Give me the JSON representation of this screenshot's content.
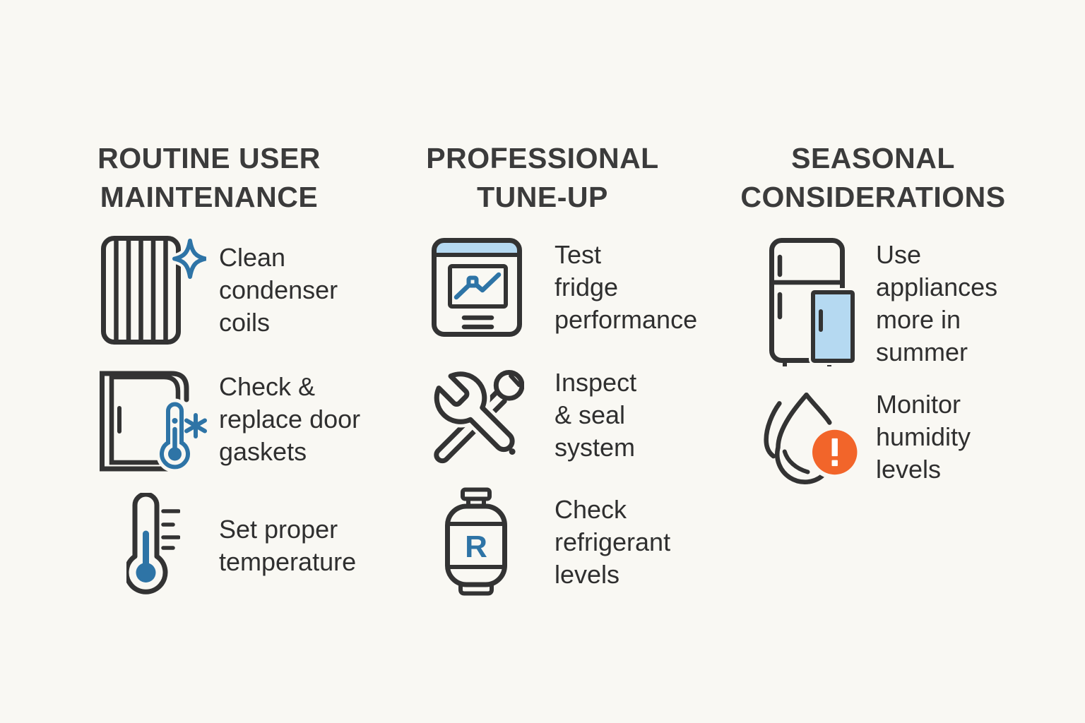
{
  "colors": {
    "background": "#F9F8F3",
    "stroke_dark": "#333333",
    "accent_blue": "#2E74A6",
    "accent_light_blue": "#B5D9F1",
    "warning_orange": "#F2652A",
    "heading_text": "#3B3B3B",
    "body_text": "#2F2F2F"
  },
  "columns": [
    {
      "title": "ROUTINE USER\nMAINTENANCE",
      "items": [
        {
          "icon": "condenser-coils-icon",
          "label": "Clean\ncondenser\ncoils"
        },
        {
          "icon": "door-gasket-thermometer-icon",
          "label": "Check &\nreplace door\ngaskets"
        },
        {
          "icon": "thermometer-icon",
          "label": "Set proper\ntemperature"
        }
      ]
    },
    {
      "title": "PROFESSIONAL\nTUNE-UP",
      "items": [
        {
          "icon": "performance-chart-window-icon",
          "label": "Test\nfridge\nperformance"
        },
        {
          "icon": "wrench-screwdriver-icon",
          "label": "Inspect\n& seal\nsystem"
        },
        {
          "icon": "refrigerant-tank-icon",
          "icon_text": "R",
          "label": "Check\nrefrigerant\nlevels"
        }
      ]
    },
    {
      "title": "SEASONAL\nCONSIDERATIONS",
      "items": [
        {
          "icon": "refrigerator-icon",
          "label": "Use\nappliances\nmore in\nsummer"
        },
        {
          "icon": "humidity-droplet-warning-icon",
          "label": "Monitor\nhumidity\nlevels"
        }
      ]
    }
  ]
}
